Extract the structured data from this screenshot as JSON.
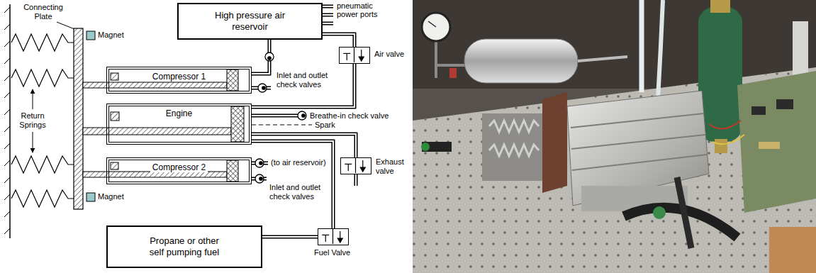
{
  "diagram": {
    "nodes": [
      {
        "text": [
          "High pressure air reservoir"
        ]
      },
      {
        "text": [
          "Compressor 1"
        ]
      },
      {
        "text": [
          "Engine"
        ]
      },
      {
        "text": [
          "Compressor 2"
        ]
      },
      {
        "text": [
          "Propane or other self pumping fuel"
        ]
      },
      {
        "text": [
          "Air valve"
        ]
      },
      {
        "text": [
          "Exhaust valve"
        ]
      },
      {
        "text": [
          "Fuel Valve"
        ]
      }
    ],
    "edges": [
      {
        "from": 1,
        "to": 0,
        "arrow": "none"
      },
      {
        "from": 0,
        "to": 5,
        "arrow": "none"
      },
      {
        "from": 5,
        "to": 2,
        "arrow": "none"
      },
      {
        "from": 2,
        "to": 6,
        "arrow": "none"
      },
      {
        "from": 4,
        "to": 7,
        "arrow": "none"
      },
      {
        "from": 7,
        "to": 2,
        "arrow": "none"
      }
    ],
    "labels": [
      "Connecting Plate",
      "Magnet",
      "pneumatic power ports",
      "Return Springs",
      "Inlet and outlet check valves",
      "Breathe-in check valve",
      "Spark",
      "(to air reservoir)",
      "Inlet and outlet check valves",
      "Magnet"
    ]
  }
}
